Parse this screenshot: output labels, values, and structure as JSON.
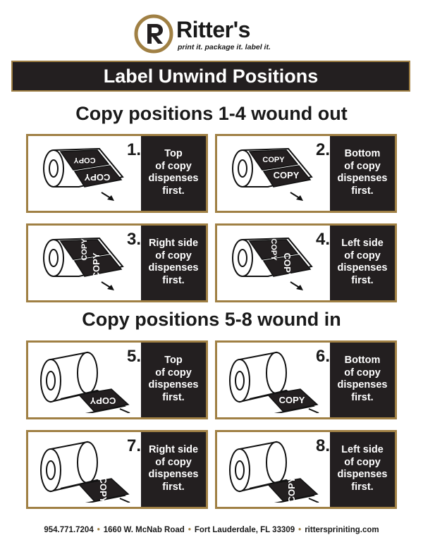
{
  "brand": {
    "name": "Ritter's",
    "tagline": "print it. package it. label it.",
    "accent_color": "#a08044",
    "dark_color": "#231f20"
  },
  "banner_title": "Label Unwind Positions",
  "sections": [
    {
      "heading": "Copy positions 1-4 wound out",
      "cards": [
        {
          "number": "1.",
          "lines": [
            "Top",
            "of copy",
            "dispenses",
            "first."
          ],
          "art": "wound-out-top-icon"
        },
        {
          "number": "2.",
          "lines": [
            "Bottom",
            "of copy",
            "dispenses",
            "first."
          ],
          "art": "wound-out-bottom-icon"
        },
        {
          "number": "3.",
          "lines": [
            "Right side",
            "of copy",
            "dispenses",
            "first."
          ],
          "art": "wound-out-right-icon"
        },
        {
          "number": "4.",
          "lines": [
            "Left side",
            "of copy",
            "dispenses",
            "first."
          ],
          "art": "wound-out-left-icon"
        }
      ]
    },
    {
      "heading": "Copy positions 5-8 wound in",
      "cards": [
        {
          "number": "5.",
          "lines": [
            "Top",
            "of copy",
            "dispenses",
            "first."
          ],
          "art": "wound-in-top-icon"
        },
        {
          "number": "6.",
          "lines": [
            "Bottom",
            "of copy",
            "dispenses",
            "first."
          ],
          "art": "wound-in-bottom-icon"
        },
        {
          "number": "7.",
          "lines": [
            "Right side",
            "of copy",
            "dispenses",
            "first."
          ],
          "art": "wound-in-right-icon"
        },
        {
          "number": "8.",
          "lines": [
            "Left side",
            "of copy",
            "dispenses",
            "first."
          ],
          "art": "wound-in-left-icon"
        }
      ]
    }
  ],
  "label_text": "COPY",
  "footer": {
    "phone": "954.771.7204",
    "address": "1660 W. McNab Road",
    "city": "Fort Lauderdale, FL 33309",
    "website": "ritterspriniting.com"
  }
}
